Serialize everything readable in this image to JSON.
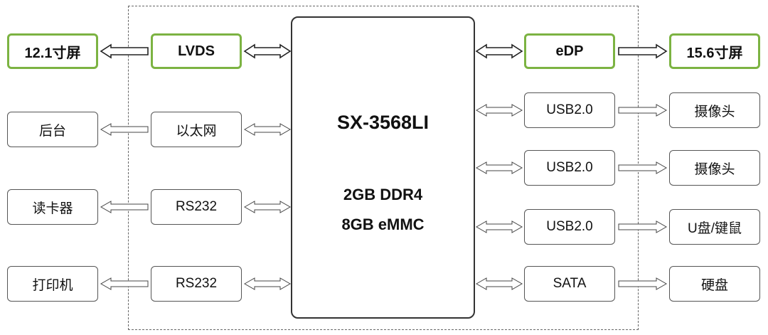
{
  "soc": {
    "name": "SX-3568LI",
    "memory": "2GB DDR4",
    "storage": "8GB eMMC"
  },
  "left_interfaces": [
    {
      "interface": "LVDS",
      "device": "12.1寸屏",
      "highlight": true
    },
    {
      "interface": "以太网",
      "device": "后台",
      "highlight": false
    },
    {
      "interface": "RS232",
      "device": "读卡器",
      "highlight": false
    },
    {
      "interface": "RS232",
      "device": "打印机",
      "highlight": false
    }
  ],
  "right_interfaces": [
    {
      "interface": "eDP",
      "device": "15.6寸屏",
      "highlight": true
    },
    {
      "interface": "USB2.0",
      "device": "摄像头",
      "highlight": false
    },
    {
      "interface": "USB2.0",
      "device": "摄像头",
      "highlight": false
    },
    {
      "interface": "USB2.0",
      "device": "U盘/键鼠",
      "highlight": false
    },
    {
      "interface": "SATA",
      "device": "硬盘",
      "highlight": false
    }
  ],
  "colors": {
    "highlight_border": "#7cb342",
    "normal_border": "#555555",
    "arrow_outline": "#444444"
  }
}
